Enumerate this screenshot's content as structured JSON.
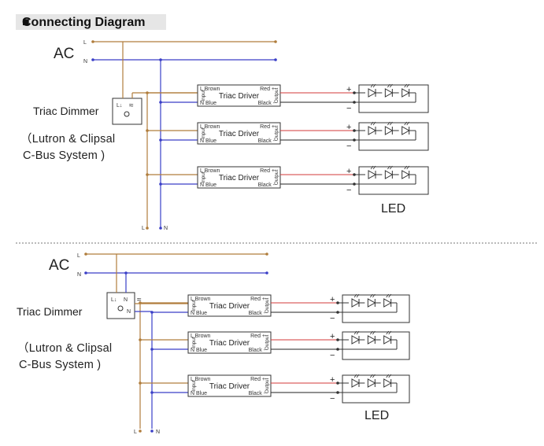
{
  "header": {
    "title": "Connecting Diagram",
    "bullet": "■"
  },
  "labels": {
    "ac": "AC",
    "line": "L",
    "neutral": "N",
    "triac_dimmer": "Triac Dimmer",
    "system_line1": "（Lutron & Clipsal",
    "system_line2": "C-Bus System )",
    "led": "LED"
  },
  "driver": {
    "name": "Triac Driver",
    "in_brown": "L Brown",
    "in_blue": "N Blue",
    "out_red": "Red +",
    "out_black": "Black -",
    "input_tag": "Input",
    "output_tag": "Output"
  },
  "polarity": {
    "plus": "+",
    "minus": "−"
  },
  "dimmer_symbols": {
    "line_arrow": "L↓",
    "dim": "≈",
    "n": "N"
  },
  "colors": {
    "brown": "#b07d3c",
    "blue": "#3a3fc7",
    "red": "#d33a3a",
    "black": "#222222"
  },
  "diagrams": 2,
  "drivers_per_diagram": 3,
  "leds_per_strip": 3
}
